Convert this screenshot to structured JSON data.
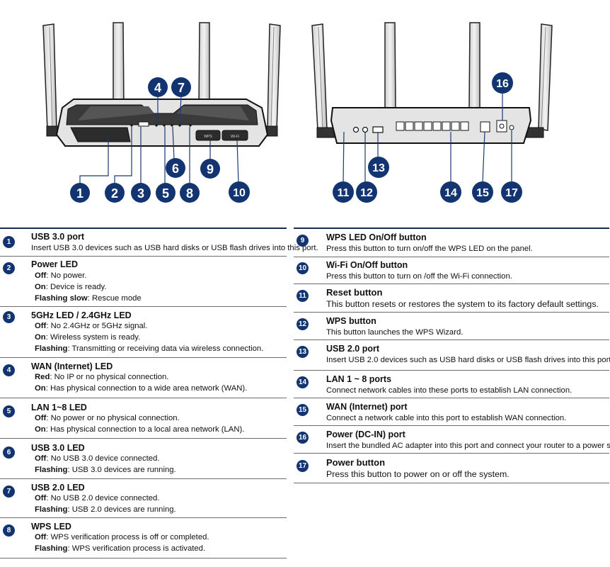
{
  "callout_numbers": [
    "1",
    "2",
    "3",
    "4",
    "5",
    "6",
    "7",
    "8",
    "9",
    "10",
    "11",
    "12",
    "13",
    "14",
    "15",
    "16",
    "17"
  ],
  "panel_labels": {
    "wps": "WPS",
    "wifi": "Wi-Fi"
  },
  "left_items": [
    {
      "num": "1",
      "title": "USB 3.0 port",
      "desc": "Insert USB 3.0 devices such as USB hard disks or USB flash drives into this port."
    },
    {
      "num": "2",
      "title": "Power LED",
      "lines": [
        {
          "label": "Off",
          "text": ": No power."
        },
        {
          "label": "On",
          "text": ": Device is ready."
        },
        {
          "label": "Flashing slow",
          "text": ": Rescue mode"
        }
      ]
    },
    {
      "num": "3",
      "title": "5GHz LED / 2.4GHz LED",
      "lines": [
        {
          "label": "Off",
          "text": ": No 2.4GHz or 5GHz signal."
        },
        {
          "label": "On",
          "text": ": Wireless system is ready."
        },
        {
          "label": "Flashing",
          "text": ": Transmitting or receiving data via wireless connection."
        }
      ]
    },
    {
      "num": "4",
      "title": "WAN (Internet) LED",
      "lines": [
        {
          "label": "Red",
          "text": ": No IP or no physical connection."
        },
        {
          "label": "On",
          "text": ": Has physical connection to a wide area network (WAN)."
        }
      ]
    },
    {
      "num": "5",
      "title": "LAN 1~8 LED",
      "lines": [
        {
          "label": "Off",
          "text": ": No power or no physical connection."
        },
        {
          "label": "On",
          "text": ": Has physical connection to a local area network (LAN)."
        }
      ]
    },
    {
      "num": "6",
      "title": "USB 3.0 LED",
      "lines": [
        {
          "label": "Off",
          "text": ": No USB 3.0 device connected."
        },
        {
          "label": "Flashing",
          "text": ": USB 3.0 devices are running."
        }
      ]
    },
    {
      "num": "7",
      "title": "USB 2.0 LED",
      "lines": [
        {
          "label": "Off",
          "text": ": No USB 2.0 device connected."
        },
        {
          "label": "Flashing",
          "text": ": USB 2.0 devices are running."
        }
      ]
    },
    {
      "num": "8",
      "title": "WPS LED",
      "lines": [
        {
          "label": "Off",
          "text": ": WPS verification process is off or completed."
        },
        {
          "label": "Flashing",
          "text": ": WPS verification process is activated."
        }
      ]
    }
  ],
  "right_items": [
    {
      "num": "9",
      "title": "WPS LED On/Off button",
      "desc": "Press this button to turn on/off the WPS LED on the panel."
    },
    {
      "num": "10",
      "title": "Wi-Fi On/Off button",
      "desc": "Press this button to turn on /off the Wi-Fi connection."
    },
    {
      "num": "11",
      "title": "Reset button",
      "desc": "This button resets or restores the system to its factory default settings."
    },
    {
      "num": "12",
      "title": "WPS button",
      "desc": "This button launches the WPS Wizard."
    },
    {
      "num": "13",
      "title": "USB 2.0 port",
      "desc": "Insert USB 2.0 devices such as USB hard disks or USB flash drives into this port."
    },
    {
      "num": "14",
      "title": "LAN 1 ~ 8 ports",
      "desc": "Connect network cables into these ports to establish LAN connection."
    },
    {
      "num": "15",
      "title": "WAN (Internet) port",
      "desc": "Connect a network cable into this port to establish WAN connection."
    },
    {
      "num": "16",
      "title": "Power (DC-IN) port",
      "desc": "Insert the bundled AC adapter into this port and connect your router to a power source."
    },
    {
      "num": "17",
      "title": "Power button",
      "desc": "Press this button to power on or off the system."
    }
  ]
}
